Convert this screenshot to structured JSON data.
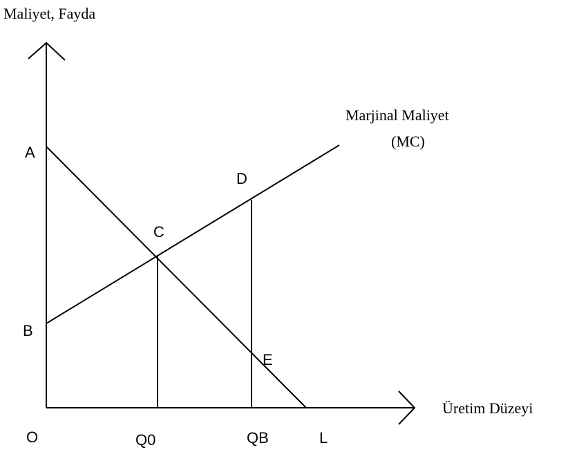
{
  "axes": {
    "y_label": "Maliyet, Fayda",
    "x_label": "Üretim Düzeyi"
  },
  "curve_labels": {
    "mc_line1": "Marjinal Maliyet",
    "mc_line2": "(MC)"
  },
  "points": {
    "A": "A",
    "B": "B",
    "C": "C",
    "D": "D",
    "E": "E",
    "O": "O",
    "Q0": "Q0",
    "QB": "QB",
    "L": "L"
  },
  "colors": {
    "stroke": "#000000",
    "background": "#ffffff"
  }
}
